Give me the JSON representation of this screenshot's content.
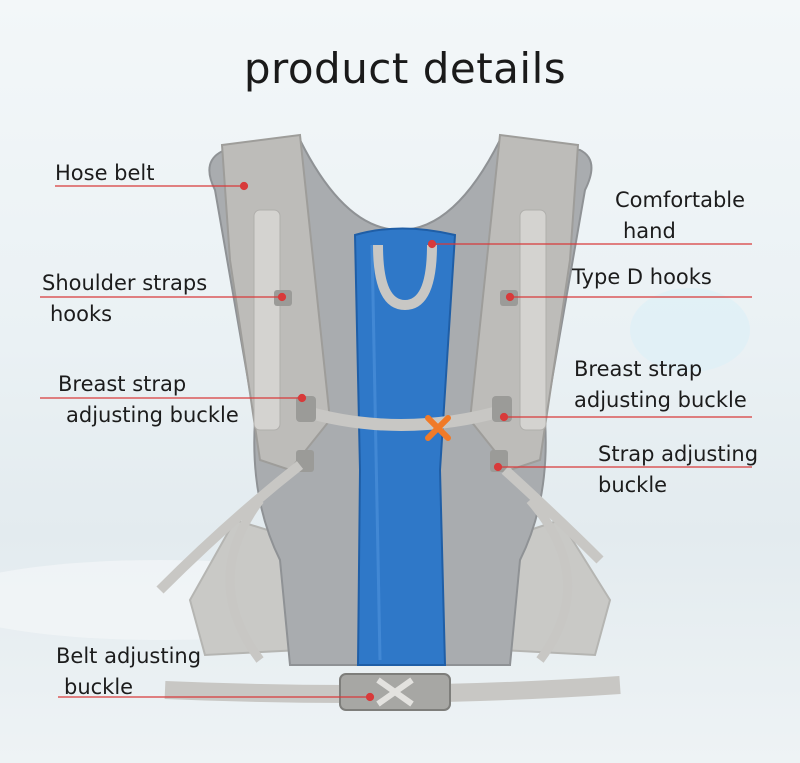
{
  "title": "product details",
  "labels": {
    "hose_belt": [
      "Hose belt"
    ],
    "comfortable_hand": [
      "Comfortable",
      "hand"
    ],
    "shoulder_straps_hooks": [
      "Shoulder straps",
      "hooks"
    ],
    "type_d_hooks": [
      "Type D hooks"
    ],
    "breast_strap_left": [
      "Breast strap",
      "adjusting buckle"
    ],
    "breast_strap_right": [
      "Breast strap",
      "adjusting buckle"
    ],
    "strap_adjusting": [
      "Strap adjusting",
      "buckle"
    ],
    "belt_adjusting": [
      "Belt adjusting",
      "buckle"
    ]
  },
  "colors": {
    "leader_line": "#d83a3a",
    "panel_blue": "#2f78c8",
    "mesh_gray": "#a9acaf",
    "strap_gray": "#c4c3c0",
    "buckle_orange": "#f07a28"
  }
}
